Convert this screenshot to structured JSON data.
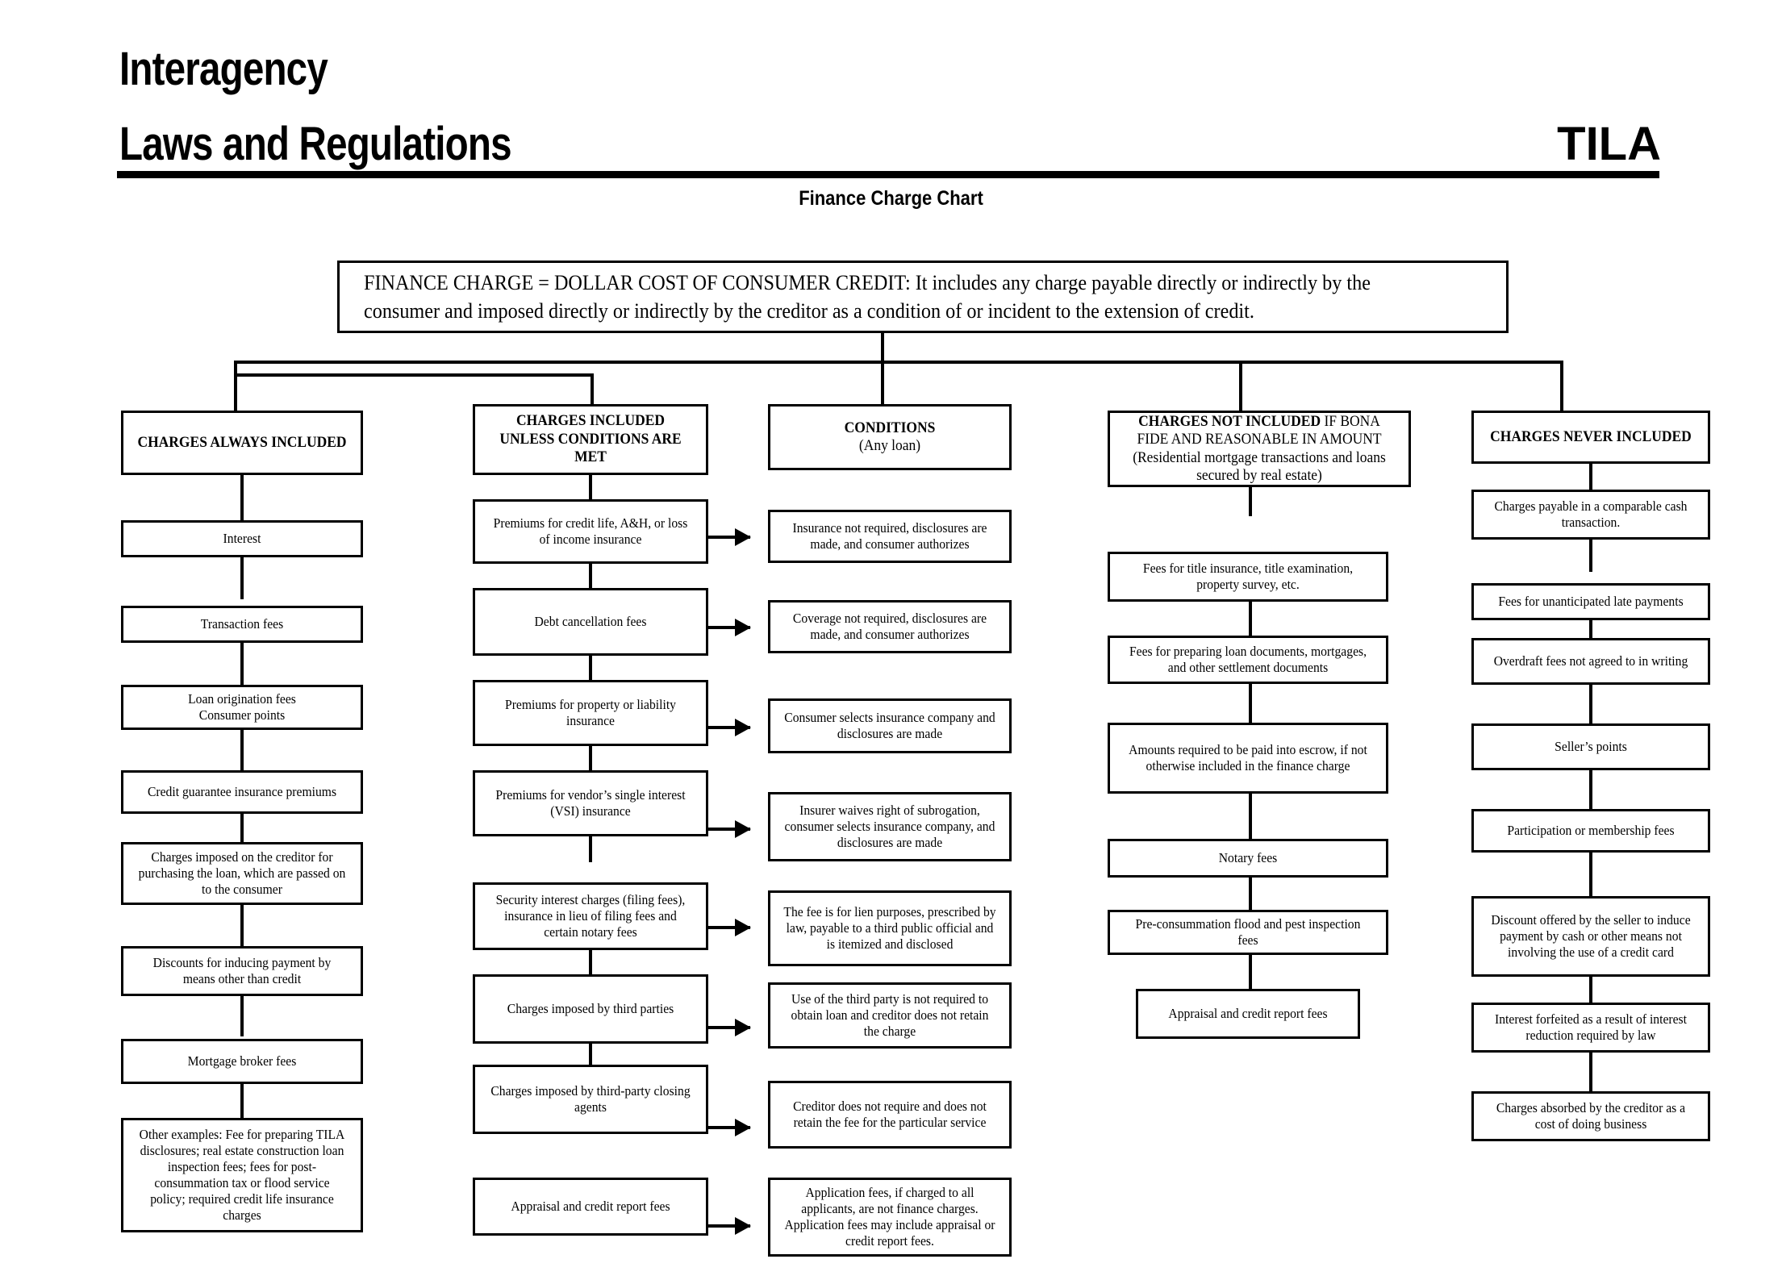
{
  "header": {
    "line1": "Interagency",
    "line2": "Laws and Regulations",
    "right_label": "TILA",
    "subtitle": "Finance Charge Chart"
  },
  "main_definition": "FINANCE CHARGE = DOLLAR COST OF CONSUMER CREDIT: It includes any charge payable directly or indirectly by the consumer and imposed directly or indirectly by the creditor as a condition of or incident to the extension of credit.",
  "columns": [
    {
      "id": "charges-always-included",
      "heading": "CHARGES ALWAYS INCLUDED",
      "items": [
        "Interest",
        "Transaction fees",
        "Loan origination fees\nConsumer points",
        "Credit guarantee insurance premiums",
        "Charges imposed on the creditor for purchasing the loan, which are passed on to the consumer",
        "Discounts for inducing payment by means other than credit",
        "Mortgage broker fees",
        "Other examples: Fee for preparing TILA disclosures; real estate construction loan inspection fees; fees for post-consummation tax or flood service policy; required credit life insurance charges"
      ]
    },
    {
      "id": "charges-included-unless-conditions-are-met",
      "heading": "CHARGES INCLUDED UNLESS CONDITIONS ARE MET",
      "items": [
        "Premiums for credit life, A&H, or loss of income insurance",
        "Debt cancellation fees",
        "Premiums for property or liability insurance",
        "Premiums for vendor’s single interest (VSI) insurance",
        "Security interest charges (filing fees), insurance in lieu of filing fees and certain notary fees",
        "Charges imposed by third parties",
        "Charges imposed by third-party closing agents",
        "Appraisal and credit report fees"
      ]
    },
    {
      "id": "conditions",
      "heading": "CONDITIONS",
      "subheading": "(Any loan)",
      "items": [
        "Insurance not required, disclosures are made, and consumer authorizes",
        "Coverage not required, disclosures are made, and consumer authorizes",
        "Consumer selects insurance company and disclosures are made",
        "Insurer waives right of subrogation, consumer selects insurance company, and disclosures are made",
        "The fee is for lien purposes, prescribed by law, payable to a third public official and is itemized and disclosed",
        "Use of the third party is not required to obtain loan and creditor does not retain the charge",
        "Creditor does not require and does not retain the fee for the particular service",
        "Application fees, if charged to all applicants, are not finance charges. Application fees may include appraisal or credit report fees."
      ]
    },
    {
      "id": "charges-not-included",
      "heading_bold": "CHARGES NOT INCLUDED",
      "heading_rest": " IF BONA FIDE AND REASONABLE IN AMOUNT (Residential mortgage transactions and loans secured by real estate)",
      "items": [
        "Fees for title insurance, title examination, property survey, etc.",
        "Fees for preparing loan documents, mortgages, and other settlement documents",
        "Amounts required to be paid into escrow, if not otherwise included in the finance charge",
        "Notary fees",
        "Pre-consummation flood and pest inspection fees",
        "Appraisal and credit report fees"
      ]
    },
    {
      "id": "charges-never-included",
      "heading": "CHARGES NEVER INCLUDED",
      "items": [
        "Charges payable in a comparable cash transaction.",
        "Fees for unanticipated late payments",
        "Overdraft fees not agreed to in writing",
        "Seller’s points",
        "Participation or membership fees",
        "Discount offered by the seller to induce payment by cash or other means not involving the use of a credit card",
        "Interest forfeited as a result of interest reduction required by law",
        "Charges absorbed by the creditor as a cost of doing business"
      ]
    }
  ],
  "colors": {
    "ink": "#000000",
    "paper": "#ffffff"
  }
}
